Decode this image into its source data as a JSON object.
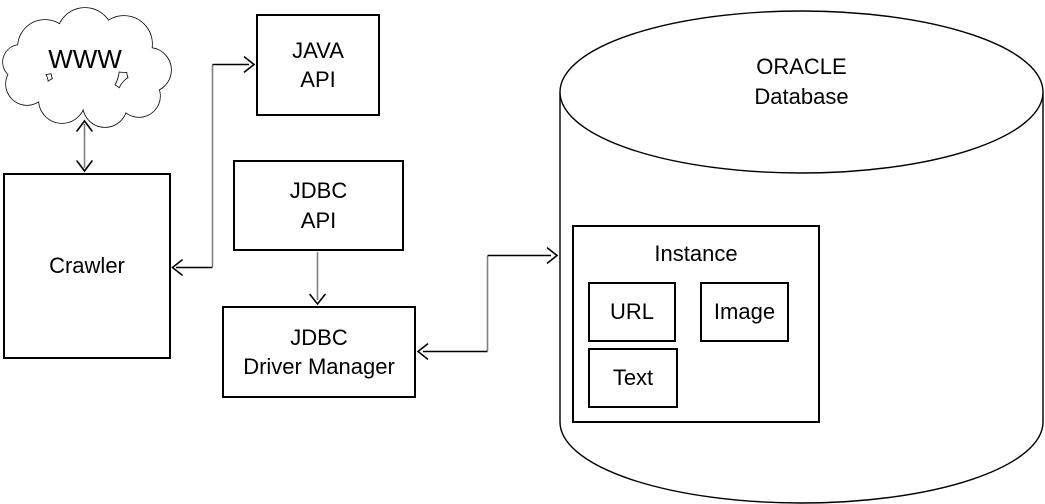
{
  "diagram": {
    "background": "#ffffff",
    "nodes": {
      "www": {
        "label": "WWW"
      },
      "crawler": {
        "label": "Crawler"
      },
      "java_api": {
        "lines": [
          "JAVA",
          "API"
        ]
      },
      "jdbc_api": {
        "lines": [
          "JDBC",
          "API"
        ]
      },
      "jdbc_driver_manager": {
        "lines": [
          "JDBC",
          "Driver Manager"
        ]
      },
      "oracle_database": {
        "lines": [
          "ORACLE",
          "Database"
        ]
      },
      "instance": {
        "label": "Instance"
      },
      "url": {
        "label": "URL"
      },
      "image": {
        "label": "Image"
      },
      "text": {
        "label": "Text"
      }
    },
    "connectors": [
      {
        "from": "WWW",
        "to": "Crawler",
        "arrows": "both"
      },
      {
        "from": "Crawler",
        "to": "JAVA API",
        "arrows": "both"
      },
      {
        "from": "JDBC API",
        "to": "JDBC Driver Manager",
        "arrows": "single"
      },
      {
        "from": "JDBC Driver Manager",
        "to": "ORACLE Database",
        "arrows": "both"
      }
    ],
    "colors": {
      "line": "#000000",
      "connector_shaft": "#808080",
      "text": "#000000"
    }
  }
}
